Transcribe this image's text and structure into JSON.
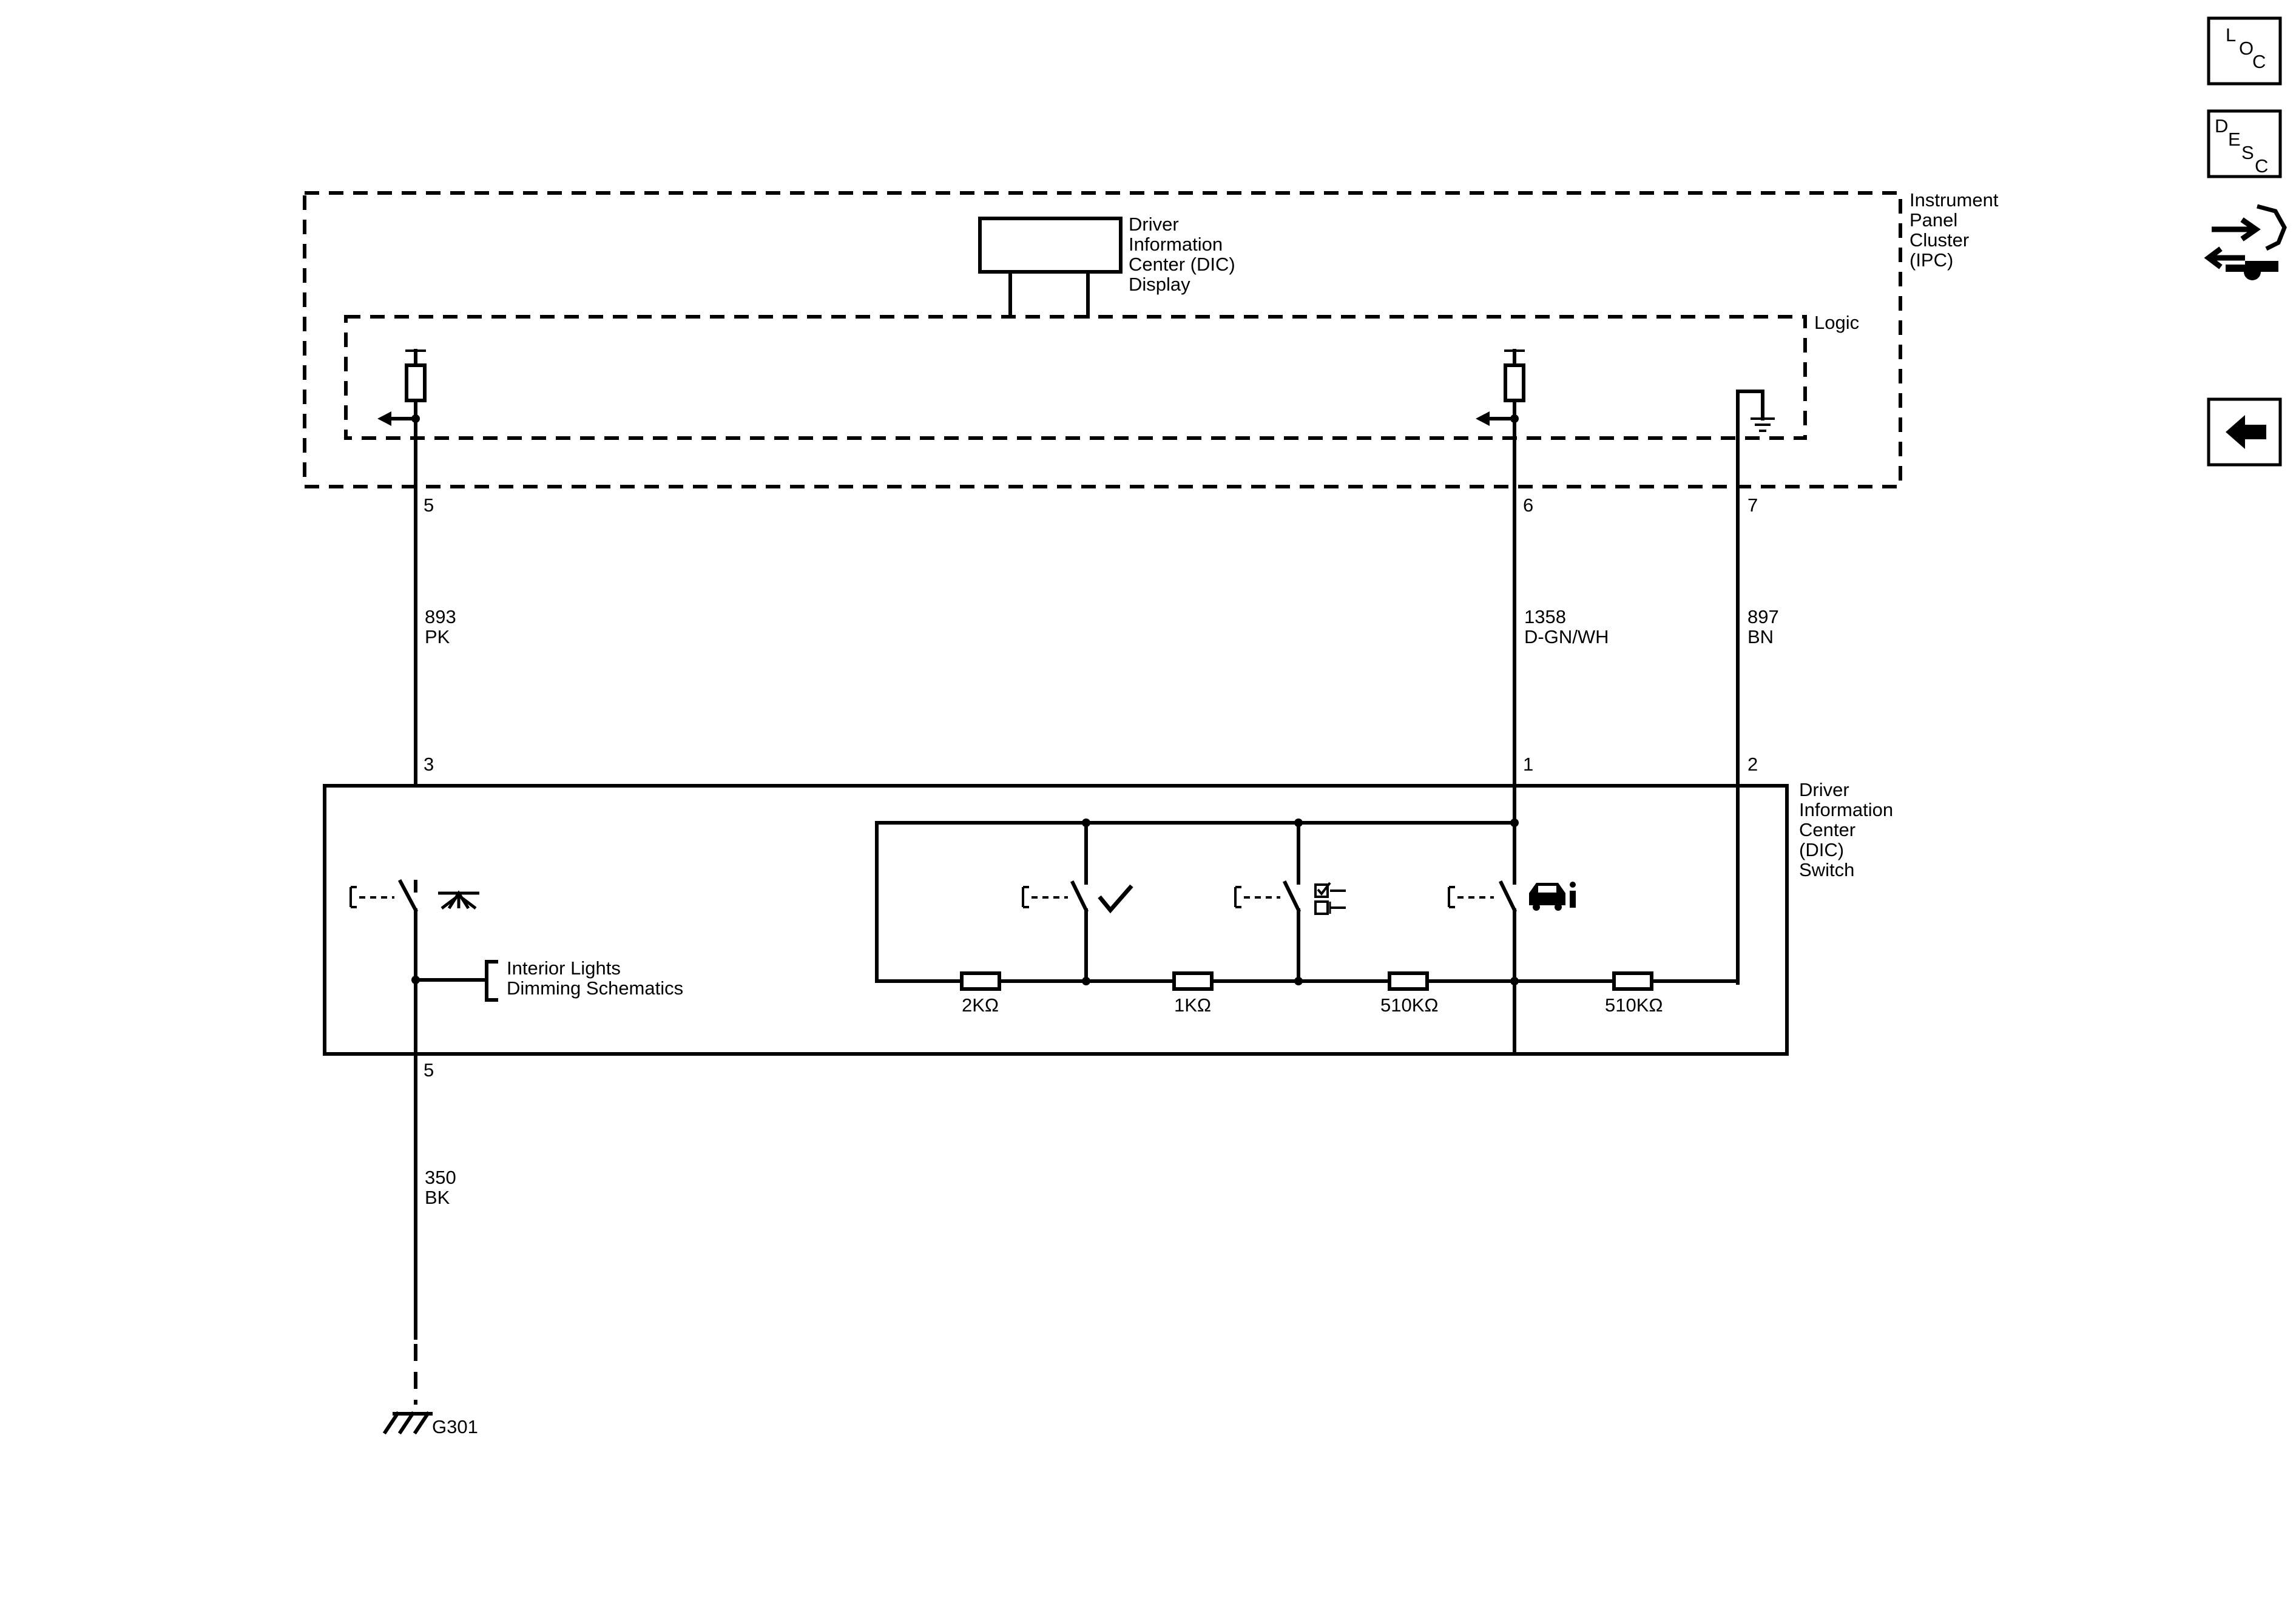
{
  "nav": {
    "loc_icon": {
      "letters": [
        "L",
        "O",
        "C"
      ]
    },
    "desc_icon": {
      "letters": [
        "D",
        "E",
        "S",
        "C"
      ]
    },
    "connector_tool_icon": "connector-wrench-icon",
    "back_icon": "back-arrow-icon"
  },
  "modules": {
    "ipc": {
      "lines": [
        "Instrument",
        "Panel",
        "Cluster",
        "(IPC)"
      ]
    },
    "logic": {
      "label": "Logic"
    },
    "dic_display": {
      "lines": [
        "Driver",
        "Information",
        "Center (DIC)",
        "Display"
      ]
    },
    "dic_switch": {
      "lines": [
        "Driver",
        "Information",
        "Center",
        "(DIC)",
        "Switch"
      ]
    },
    "interior_lights_ref": {
      "lines": [
        "Interior Lights",
        "Dimming Schematics"
      ]
    }
  },
  "pins": {
    "ipc_left": "5",
    "ipc_mid": "6",
    "ipc_right": "7",
    "switch_left": "3",
    "switch_mid": "1",
    "switch_right": "2",
    "switch_bottom": "5"
  },
  "wires": {
    "left": {
      "circuit": "893",
      "color": "PK"
    },
    "mid": {
      "circuit": "1358",
      "color": "D-GN/WH"
    },
    "right": {
      "circuit": "897",
      "color": "BN"
    },
    "ground": {
      "circuit": "350",
      "color": "BK"
    }
  },
  "resistors": [
    "2KΩ",
    "1KΩ",
    "510KΩ",
    "510KΩ"
  ],
  "ground_label": "G301",
  "switch_icons": [
    "dimming-icon",
    "checkmark-icon",
    "checklist-icon",
    "vehicle-info-icon"
  ]
}
